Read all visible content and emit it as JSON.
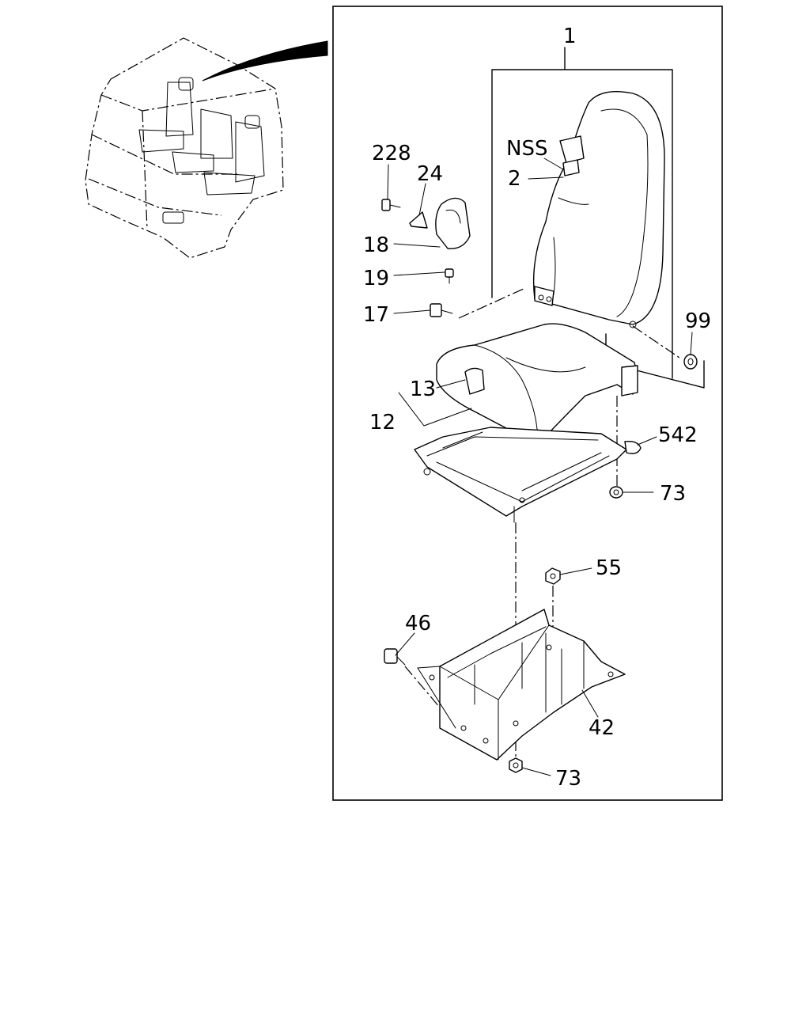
{
  "callouts": {
    "c1": "1",
    "cNSS": "NSS",
    "c2": "2",
    "c228": "228",
    "c24": "24",
    "c18": "18",
    "c19": "19",
    "c17": "17",
    "c99": "99",
    "c13": "13",
    "c12": "12",
    "c542": "542",
    "c73a": "73",
    "c55": "55",
    "c46": "46",
    "c42": "42",
    "c73b": "73"
  }
}
